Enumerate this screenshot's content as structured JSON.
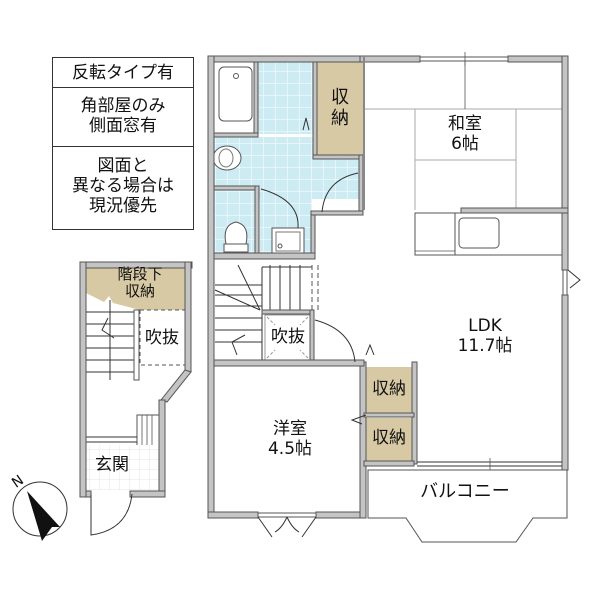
{
  "notes": [
    {
      "text": "反転タイプ有"
    },
    {
      "text": "角部屋のみ\n側面窓有"
    },
    {
      "text": "図面と\n異なる場合は\n現況優先"
    }
  ],
  "rooms": {
    "storage_top": {
      "label": "収\n納"
    },
    "washitsu": {
      "label": "和室\n6帖"
    },
    "ldk": {
      "label": "LDK\n11.7帖"
    },
    "fukinuke_main": {
      "label": "吹抜"
    },
    "storage_1": {
      "label": "収納"
    },
    "storage_2": {
      "label": "収納"
    },
    "yoshitsu": {
      "label": "洋室\n4.5帖"
    },
    "balcony": {
      "label": "バルコニー"
    },
    "under_stairs_storage": {
      "label": "階段下\n収納"
    },
    "fukinuke_left": {
      "label": "吹抜"
    },
    "genkan": {
      "label": "玄関"
    }
  },
  "compass": {
    "label": "N"
  },
  "colors": {
    "wall": "#c4c4c4",
    "tile": "#cdebf3",
    "storage": "#d8c9a5"
  }
}
